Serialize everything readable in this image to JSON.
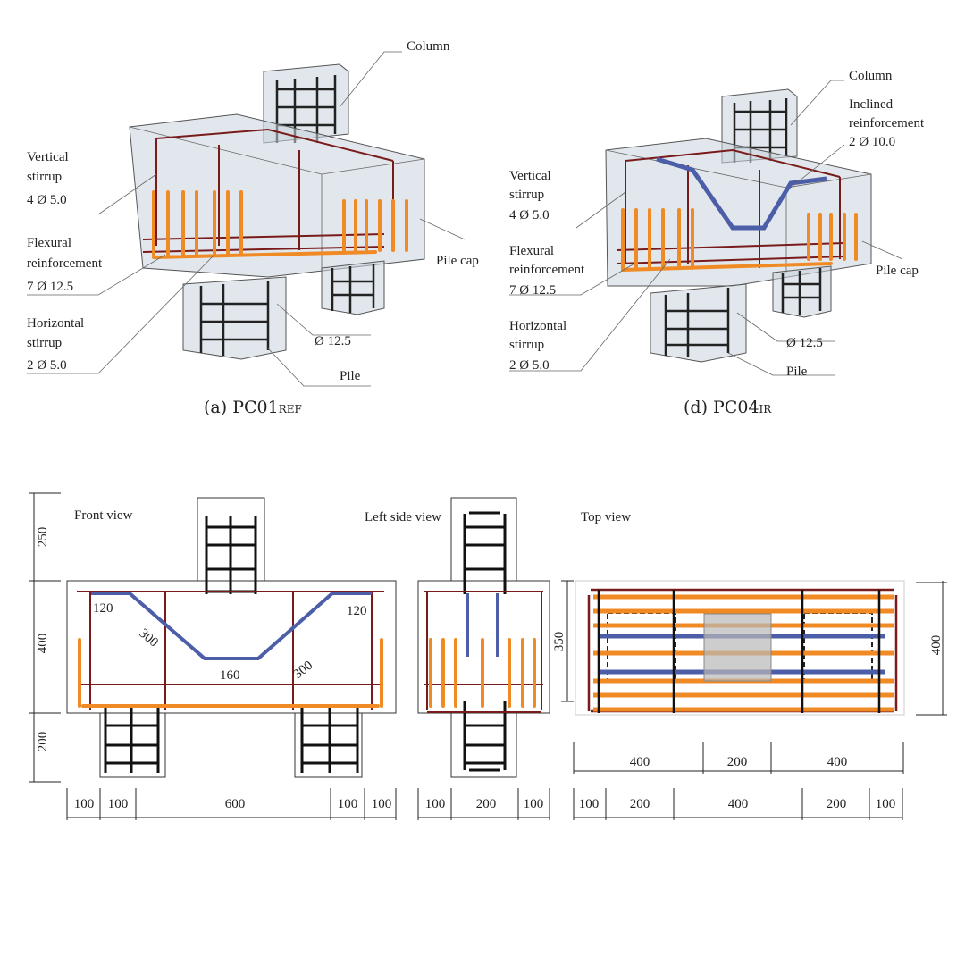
{
  "panel_a": {
    "labels": {
      "column": "Column",
      "vertical_stirrup": [
        "Vertical",
        "stirrup",
        "4 Ø 5.0"
      ],
      "flexural": [
        "Flexural",
        "reinforcement",
        "7 Ø 12.5"
      ],
      "horizontal_stirrup": [
        "Horizontal",
        "stirrup",
        "2 Ø 5.0"
      ],
      "pile_cap": "Pile cap",
      "pile_bar": "Ø 12.5",
      "pile": "Pile"
    },
    "caption": {
      "prefix": "(a) PC01",
      "subscript": "REF"
    }
  },
  "panel_d": {
    "labels": {
      "column": "Column",
      "inclined": [
        "Inclined",
        "reinforcement",
        "2 Ø 10.0"
      ],
      "vertical_stirrup": [
        "Vertical",
        "stirrup",
        "4 Ø 5.0"
      ],
      "flexural": [
        "Flexural",
        "reinforcement",
        "7 Ø 12.5"
      ],
      "horizontal_stirrup": [
        "Horizontal",
        "stirrup",
        "2 Ø 5.0"
      ],
      "pile_cap": "Pile cap",
      "pile_bar": "Ø 12.5",
      "pile": "Pile"
    },
    "caption": {
      "prefix": "(d) PC04",
      "subscript": "IR"
    }
  },
  "front_view": {
    "title": "Front view",
    "vertical_dims": [
      "250",
      "400",
      "200"
    ],
    "bar_dims": {
      "left_flat": "120",
      "left_incline": "300",
      "bottom": "160",
      "right_incline": "300",
      "right_flat": "120"
    },
    "horizontal_dims": [
      "100",
      "100",
      "600",
      "100",
      "100"
    ]
  },
  "side_view": {
    "title": "Left side view",
    "horizontal_dims": [
      "100",
      "200",
      "100"
    ]
  },
  "top_view": {
    "title": "Top view",
    "left_dim": "350",
    "right_dim": "400",
    "dims_row1": [
      "400",
      "200",
      "400"
    ],
    "dims_row2": [
      "100",
      "200",
      "400",
      "200",
      "100"
    ]
  },
  "colors": {
    "flexural": "#f08a24",
    "inclined": "#4d5ea8",
    "stirrup": "#7a1b1b",
    "pile_cage": "#222222"
  }
}
